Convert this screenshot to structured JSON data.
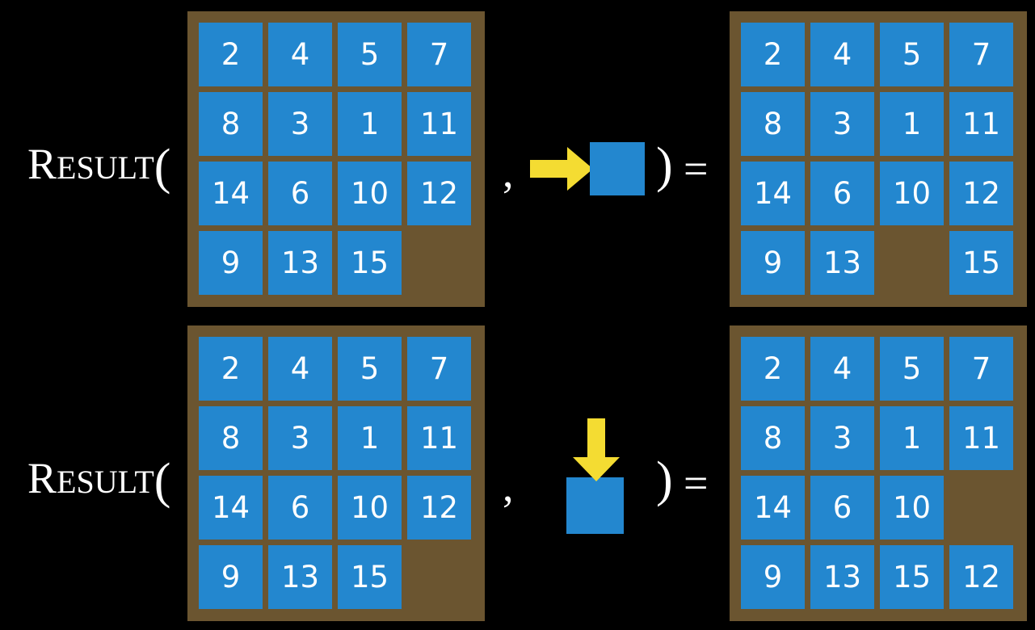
{
  "colors": {
    "background": "#000000",
    "board": "#6b5530",
    "tile": "#2387cf",
    "tile_text": "#ffffff",
    "arrow": "#f4dc32",
    "text": "#ffffff"
  },
  "label": {
    "first_letter": "R",
    "rest": "ESULT",
    "open_paren": "(",
    "comma": ",",
    "close_paren": ")",
    "equals": "="
  },
  "rows": [
    {
      "name": "row-move-right",
      "input_board": {
        "name": "input-board-row1",
        "grid": [
          [
            "2",
            "4",
            "5",
            "7"
          ],
          [
            "8",
            "3",
            "1",
            "11"
          ],
          [
            "14",
            "6",
            "10",
            "12"
          ],
          [
            "9",
            "13",
            "15",
            ""
          ]
        ]
      },
      "action": {
        "name": "action-move-right",
        "arrow_direction": "right",
        "arrow_icon": "arrow-right-icon",
        "tile_label": ""
      },
      "output_board": {
        "name": "output-board-row1",
        "grid": [
          [
            "2",
            "4",
            "5",
            "7"
          ],
          [
            "8",
            "3",
            "1",
            "11"
          ],
          [
            "14",
            "6",
            "10",
            "12"
          ],
          [
            "9",
            "13",
            "",
            "15"
          ]
        ]
      }
    },
    {
      "name": "row-move-down",
      "input_board": {
        "name": "input-board-row2",
        "grid": [
          [
            "2",
            "4",
            "5",
            "7"
          ],
          [
            "8",
            "3",
            "1",
            "11"
          ],
          [
            "14",
            "6",
            "10",
            "12"
          ],
          [
            "9",
            "13",
            "15",
            ""
          ]
        ]
      },
      "action": {
        "name": "action-move-down",
        "arrow_direction": "down",
        "arrow_icon": "arrow-down-icon",
        "tile_label": ""
      },
      "output_board": {
        "name": "output-board-row2",
        "grid": [
          [
            "2",
            "4",
            "5",
            "7"
          ],
          [
            "8",
            "3",
            "1",
            "11"
          ],
          [
            "14",
            "6",
            "10",
            ""
          ],
          [
            "9",
            "13",
            "15",
            "12"
          ]
        ]
      }
    }
  ]
}
